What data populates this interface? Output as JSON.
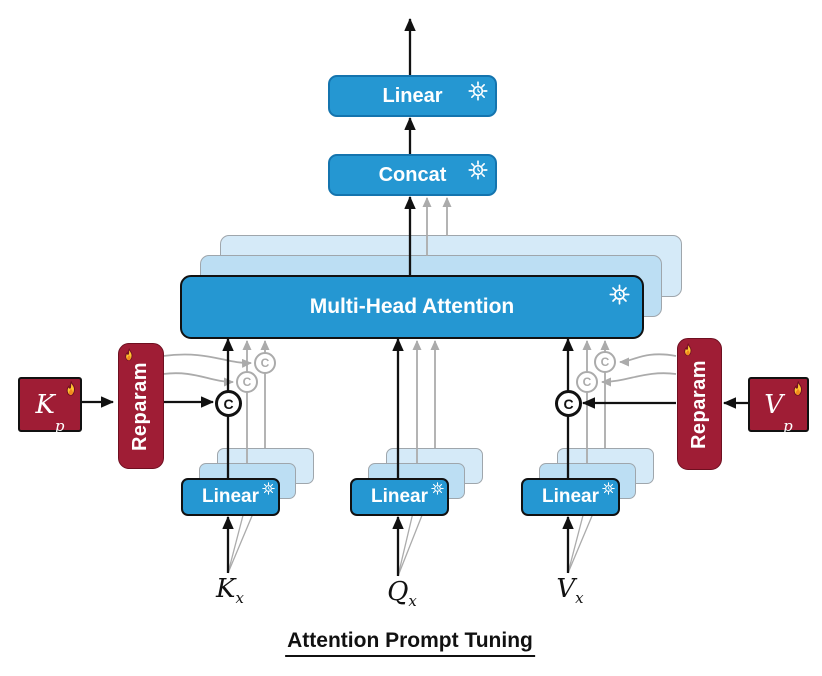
{
  "title": {
    "text": "Attention Prompt Tuning"
  },
  "nodes": {
    "linear_out": {
      "label": "Linear"
    },
    "concat": {
      "label": "Concat"
    },
    "mha": {
      "label": "Multi-Head Attention"
    },
    "linear_k": {
      "label": "Linear"
    },
    "linear_q": {
      "label": "Linear"
    },
    "linear_v": {
      "label": "Linear"
    },
    "reparam_left": {
      "label": "Reparam"
    },
    "reparam_right": {
      "label": "Reparam"
    },
    "kp": {
      "base": "K",
      "sub": "p"
    },
    "vp": {
      "base": "V",
      "sub": "p"
    }
  },
  "inputs": {
    "kx": {
      "base": "K",
      "sub": "x"
    },
    "qx": {
      "base": "Q",
      "sub": "x"
    },
    "vx": {
      "base": "V",
      "sub": "x"
    }
  },
  "symbols": {
    "concat_op": "C"
  },
  "icons": {
    "frozen": "snowflake-icon",
    "trainable": "flame-icon"
  },
  "colors": {
    "box_blue": "#2597D2",
    "box_blue_border": "#1474AE",
    "stack_mid_blue": "#BCDEF3",
    "stack_back_blue": "#D5EAF8",
    "crimson": "#9F1D35",
    "gray_line": "#ABABAB",
    "black": "#111111",
    "flame_yellow": "#FFC531",
    "flame_orange": "#F28A1E"
  }
}
